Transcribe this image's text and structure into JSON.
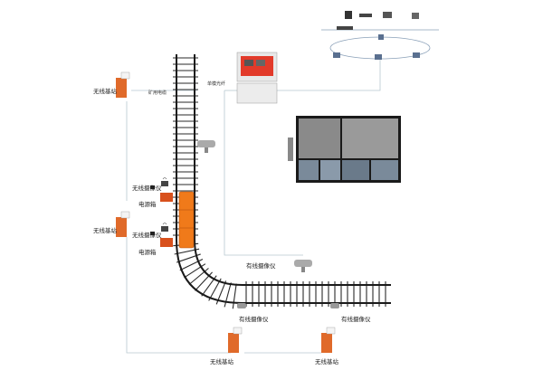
{
  "labels": {
    "base_station": "无线基站",
    "wireless_camera": "无线摄像仪",
    "power_box": "电源箱",
    "wired_camera": "有线摄像仪",
    "single_mode_fiber": "单模光纤",
    "mining_cable": "矿用电缆"
  },
  "colors": {
    "rail": "#1a1a1a",
    "sleeper": "#2a2a2a",
    "locomotive": "#f07a1a",
    "base_station": "#e06a2a",
    "power_box": "#d8501c",
    "cable": "#b8c8d0",
    "network": "#8aa0b8"
  }
}
